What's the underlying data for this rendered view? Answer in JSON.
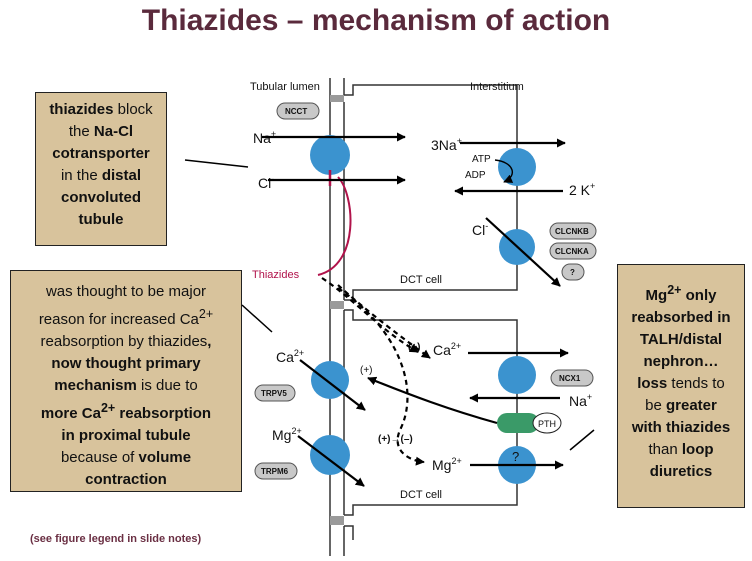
{
  "title": "Thiazides – mechanism of action",
  "legend_note": "(see figure legend in slide notes)",
  "colors": {
    "title": "#5a2a3c",
    "box": "#d8c39c",
    "transporter": "#3b93cf",
    "thiazide": "#b1134b",
    "pth": "#3a9a68",
    "pill": "#c8c8c8"
  },
  "box_left_top": {
    "l1a": "thiazides",
    "l1b": " block",
    "l2": "the ",
    "l2b": "Na-Cl",
    "l3": "cotransporter",
    "l4a": "in the ",
    "l4b": "distal",
    "l5": "convoluted",
    "l6": "tubule"
  },
  "box_left_bottom": {
    "l1": "was thought to be major",
    "l2": "reason for increased Ca",
    "l2sup": "2+",
    "l3a": "reabsorption by thiazides",
    "l3b": ",",
    "l4": "now thought primary",
    "l5a": "mechanism",
    "l5b": " is due to",
    "l6a": "more  Ca",
    "l6sup": "2+",
    "l6b": " reabsorption",
    "l7": "in proximal tubule",
    "l8a": "because of ",
    "l8b": "volume",
    "l9": "contraction"
  },
  "box_right": {
    "l1a": "Mg",
    "l1sup": "2+",
    "l1b": " only",
    "l2": "reabsorbed in",
    "l3": "TALH/distal",
    "l4": "nephron…",
    "l5a": "loss",
    "l5b": " tends to",
    "l6a": "be ",
    "l6b": "greater",
    "l7": "with thiazides",
    "l8a": "than  ",
    "l8b": "loop",
    "l9": "diuretics"
  },
  "diagram": {
    "tubular_lumen": "Tubular lumen",
    "interstitium": "Interstitium",
    "ncct": "NCCT",
    "na": "Na",
    "plus": "+",
    "cl": "Cl",
    "minus": "-",
    "three_na": "3Na",
    "atp": "ATP",
    "adp": "ADP",
    "two_k": "2 K",
    "clcnkb": "CLCNKB",
    "clcnka": "CLCNKA",
    "question": "?",
    "thiazides": "Thiazides",
    "dct_cell_top": "DCT cell",
    "dct_cell_bottom": "DCT cell",
    "ca": "Ca",
    "mg": "Mg",
    "two_plus": "2+",
    "trpv5": "TRPV5",
    "trpm6": "TRPM6",
    "ncx1": "NCX1",
    "pth": "PTH",
    "plus_sign": "(+)",
    "plus_minus": "(+)→(–)"
  }
}
